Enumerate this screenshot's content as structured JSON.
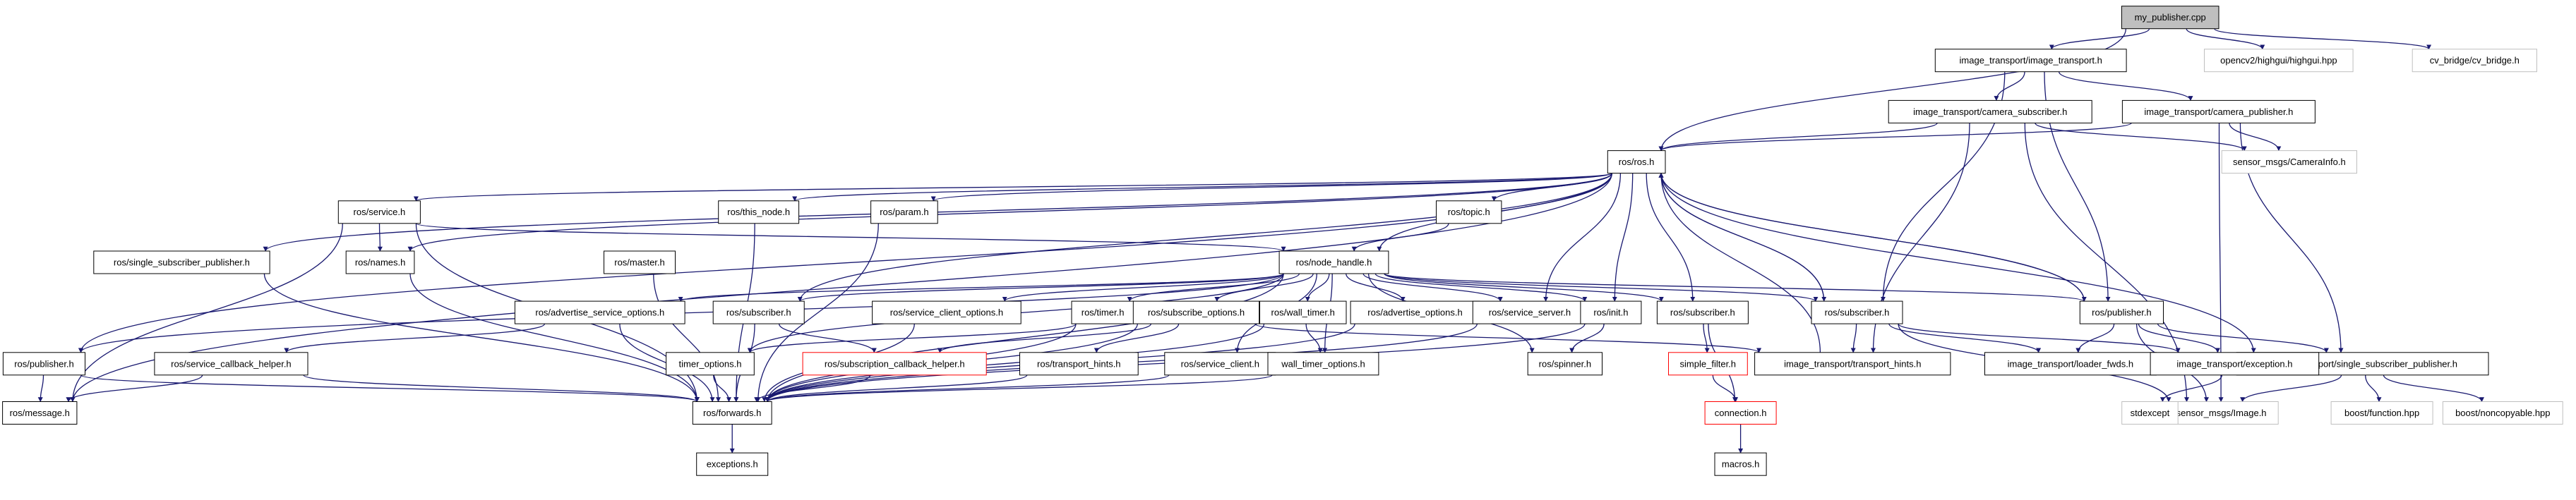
{
  "graph": {
    "nodes": [
      {
        "id": "my_publisher.cpp",
        "label": "my_publisher.cpp",
        "style": "root"
      },
      {
        "id": "image_transport/image_transport.h",
        "label": "image_transport/image_transport.h",
        "style": "normal"
      },
      {
        "id": "opencv2/highgui/highgui.hpp",
        "label": "opencv2/highgui/highgui.hpp",
        "style": "external"
      },
      {
        "id": "cv_bridge/cv_bridge.h",
        "label": "cv_bridge/cv_bridge.h",
        "style": "external"
      },
      {
        "id": "image_transport/camera_subscriber.h",
        "label": "image_transport/camera_subscriber.h",
        "style": "normal"
      },
      {
        "id": "image_transport/camera_publisher.h",
        "label": "image_transport/camera_publisher.h",
        "style": "normal"
      },
      {
        "id": "ros/ros.h",
        "label": "ros/ros.h",
        "style": "normal"
      },
      {
        "id": "sensor_msgs/CameraInfo.h",
        "label": "sensor_msgs/CameraInfo.h",
        "style": "external"
      },
      {
        "id": "ros/service.h",
        "label": "ros/service.h",
        "style": "normal"
      },
      {
        "id": "ros/this_node.h",
        "label": "ros/this_node.h",
        "style": "normal"
      },
      {
        "id": "ros/param.h",
        "label": "ros/param.h",
        "style": "normal"
      },
      {
        "id": "ros/topic.h",
        "label": "ros/topic.h",
        "style": "normal"
      },
      {
        "id": "ros/single_subscriber_publisher.h",
        "label": "ros/single_subscriber_publisher.h",
        "style": "normal"
      },
      {
        "id": "ros/names.h",
        "label": "ros/names.h",
        "style": "normal"
      },
      {
        "id": "ros/master.h",
        "label": "ros/master.h",
        "style": "normal"
      },
      {
        "id": "ros/node_handle.h",
        "label": "ros/node_handle.h",
        "style": "normal"
      },
      {
        "id": "ros/advertise_service_options.h",
        "label": "ros/advertise_service_options.h",
        "style": "normal"
      },
      {
        "id": "ros/subscriber.h#a",
        "label": "ros/subscriber.h",
        "style": "normal"
      },
      {
        "id": "ros/service_client_options.h",
        "label": "ros/service_client_options.h",
        "style": "normal"
      },
      {
        "id": "ros/timer.h",
        "label": "ros/timer.h",
        "style": "normal"
      },
      {
        "id": "ros/subscribe_options.h",
        "label": "ros/subscribe_options.h",
        "style": "normal"
      },
      {
        "id": "ros/wall_timer.h",
        "label": "ros/wall_timer.h",
        "style": "normal"
      },
      {
        "id": "ros/advertise_options.h",
        "label": "ros/advertise_options.h",
        "style": "normal"
      },
      {
        "id": "ros/service_server.h",
        "label": "ros/service_server.h",
        "style": "normal"
      },
      {
        "id": "ros/init.h",
        "label": "ros/init.h",
        "style": "normal"
      },
      {
        "id": "ros/subscriber.h#b",
        "label": "ros/subscriber.h",
        "style": "normal"
      },
      {
        "id": "ros/subscriber.h#c",
        "label": "ros/subscriber.h",
        "style": "normal"
      },
      {
        "id": "ros/publisher.h#a",
        "label": "ros/publisher.h",
        "style": "normal"
      },
      {
        "id": "image_transport/single_subscriber_publisher.h",
        "label": "image_transport/single_subscriber_publisher.h",
        "style": "normal"
      },
      {
        "id": "ros/publisher.h#b",
        "label": "ros/publisher.h",
        "style": "normal"
      },
      {
        "id": "ros/service_callback_helper.h",
        "label": "ros/service_callback_helper.h",
        "style": "normal"
      },
      {
        "id": "timer_options.h",
        "label": "timer_options.h",
        "style": "normal"
      },
      {
        "id": "ros/subscription_callback_helper.h",
        "label": "ros/subscription_callback_helper.h",
        "style": "missing"
      },
      {
        "id": "ros/transport_hints.h",
        "label": "ros/transport_hints.h",
        "style": "normal"
      },
      {
        "id": "ros/service_client.h",
        "label": "ros/service_client.h",
        "style": "normal"
      },
      {
        "id": "wall_timer_options.h",
        "label": "wall_timer_options.h",
        "style": "normal"
      },
      {
        "id": "ros/spinner.h",
        "label": "ros/spinner.h",
        "style": "normal"
      },
      {
        "id": "simple_filter.h",
        "label": "simple_filter.h",
        "style": "missing"
      },
      {
        "id": "image_transport/transport_hints.h",
        "label": "image_transport/transport_hints.h",
        "style": "normal"
      },
      {
        "id": "image_transport/loader_fwds.h",
        "label": "image_transport/loader_fwds.h",
        "style": "normal"
      },
      {
        "id": "image_transport/exception.h",
        "label": "image_transport/exception.h",
        "style": "normal"
      },
      {
        "id": "ros/message.h",
        "label": "ros/message.h",
        "style": "normal"
      },
      {
        "id": "ros/forwards.h",
        "label": "ros/forwards.h",
        "style": "normal"
      },
      {
        "id": "connection.h",
        "label": "connection.h",
        "style": "missing"
      },
      {
        "id": "sensor_msgs/Image.h",
        "label": "sensor_msgs/Image.h",
        "style": "external"
      },
      {
        "id": "stdexcept",
        "label": "stdexcept",
        "style": "external"
      },
      {
        "id": "boost/function.hpp",
        "label": "boost/function.hpp",
        "style": "external"
      },
      {
        "id": "boost/noncopyable.hpp",
        "label": "boost/noncopyable.hpp",
        "style": "external"
      },
      {
        "id": "exceptions.h",
        "label": "exceptions.h",
        "style": "normal"
      },
      {
        "id": "macros.h",
        "label": "macros.h",
        "style": "normal"
      }
    ],
    "edges": [
      [
        "my_publisher.cpp",
        "image_transport/image_transport.h"
      ],
      [
        "my_publisher.cpp",
        "opencv2/highgui/highgui.hpp"
      ],
      [
        "my_publisher.cpp",
        "cv_bridge/cv_bridge.h"
      ],
      [
        "my_publisher.cpp",
        "ros/ros.h"
      ],
      [
        "image_transport/image_transport.h",
        "image_transport/camera_subscriber.h"
      ],
      [
        "image_transport/image_transport.h",
        "image_transport/camera_publisher.h"
      ],
      [
        "image_transport/image_transport.h",
        "ros/subscriber.h#c"
      ],
      [
        "image_transport/image_transport.h",
        "ros/publisher.h#a"
      ],
      [
        "image_transport/camera_subscriber.h",
        "ros/ros.h"
      ],
      [
        "image_transport/camera_subscriber.h",
        "sensor_msgs/CameraInfo.h"
      ],
      [
        "image_transport/camera_subscriber.h",
        "sensor_msgs/Image.h"
      ],
      [
        "image_transport/camera_subscriber.h",
        "image_transport/transport_hints.h"
      ],
      [
        "image_transport/camera_publisher.h",
        "ros/ros.h"
      ],
      [
        "image_transport/camera_publisher.h",
        "sensor_msgs/CameraInfo.h"
      ],
      [
        "image_transport/camera_publisher.h",
        "sensor_msgs/Image.h"
      ],
      [
        "image_transport/camera_publisher.h",
        "image_transport/single_subscriber_publisher.h"
      ],
      [
        "ros/ros.h",
        "ros/service.h"
      ],
      [
        "ros/ros.h",
        "ros/this_node.h"
      ],
      [
        "ros/ros.h",
        "ros/param.h"
      ],
      [
        "ros/ros.h",
        "ros/topic.h"
      ],
      [
        "ros/ros.h",
        "ros/node_handle.h"
      ],
      [
        "ros/ros.h",
        "ros/single_subscriber_publisher.h"
      ],
      [
        "ros/ros.h",
        "ros/names.h"
      ],
      [
        "ros/ros.h",
        "ros/publisher.h#b"
      ],
      [
        "ros/ros.h",
        "ros/message.h"
      ],
      [
        "ros/ros.h",
        "ros/subscriber.h#a"
      ],
      [
        "ros/ros.h",
        "ros/service_server.h"
      ],
      [
        "ros/ros.h",
        "ros/init.h"
      ],
      [
        "ros/ros.h",
        "ros/subscriber.h#b"
      ],
      [
        "ros/ros.h",
        "ros/subscriber.h#c"
      ],
      [
        "ros/ros.h",
        "ros/publisher.h#a"
      ],
      [
        "ros/ros.h",
        "image_transport/single_subscriber_publisher.h"
      ],
      [
        "ros/service.h",
        "ros/names.h"
      ],
      [
        "ros/service.h",
        "ros/forwards.h"
      ],
      [
        "ros/service.h",
        "ros/node_handle.h"
      ],
      [
        "ros/service.h",
        "ros/message.h"
      ],
      [
        "ros/this_node.h",
        "ros/forwards.h"
      ],
      [
        "ros/param.h",
        "ros/forwards.h"
      ],
      [
        "ros/topic.h",
        "ros/node_handle.h"
      ],
      [
        "ros/single_subscriber_publisher.h",
        "ros/forwards.h"
      ],
      [
        "ros/names.h",
        "ros/forwards.h"
      ],
      [
        "ros/master.h",
        "ros/forwards.h"
      ],
      [
        "ros/node_handle.h",
        "ros/advertise_service_options.h"
      ],
      [
        "ros/node_handle.h",
        "ros/subscriber.h#a"
      ],
      [
        "ros/node_handle.h",
        "ros/service_client_options.h"
      ],
      [
        "ros/node_handle.h",
        "ros/timer.h"
      ],
      [
        "ros/node_handle.h",
        "ros/subscribe_options.h"
      ],
      [
        "ros/node_handle.h",
        "ros/wall_timer.h"
      ],
      [
        "ros/node_handle.h",
        "ros/advertise_options.h"
      ],
      [
        "ros/node_handle.h",
        "ros/service_server.h"
      ],
      [
        "ros/node_handle.h",
        "ros/init.h"
      ],
      [
        "ros/node_handle.h",
        "ros/subscriber.h#b"
      ],
      [
        "ros/node_handle.h",
        "ros/subscriber.h#c"
      ],
      [
        "ros/node_handle.h",
        "ros/publisher.h#a"
      ],
      [
        "ros/node_handle.h",
        "ros/publisher.h#b"
      ],
      [
        "ros/node_handle.h",
        "ros/forwards.h"
      ],
      [
        "ros/node_handle.h",
        "ros/service_client.h"
      ],
      [
        "ros/node_handle.h",
        "timer_options.h"
      ],
      [
        "ros/node_handle.h",
        "wall_timer_options.h"
      ],
      [
        "ros/node_handle.h",
        "ros/spinner.h"
      ],
      [
        "ros/advertise_service_options.h",
        "ros/service_callback_helper.h"
      ],
      [
        "ros/advertise_service_options.h",
        "ros/forwards.h"
      ],
      [
        "ros/subscriber.h#a",
        "ros/forwards.h"
      ],
      [
        "ros/subscriber.h#a",
        "ros/subscription_callback_helper.h"
      ],
      [
        "ros/service_client_options.h",
        "ros/forwards.h"
      ],
      [
        "ros/timer.h",
        "timer_options.h"
      ],
      [
        "ros/timer.h",
        "ros/forwards.h"
      ],
      [
        "ros/subscribe_options.h",
        "ros/subscription_callback_helper.h"
      ],
      [
        "ros/subscribe_options.h",
        "ros/transport_hints.h"
      ],
      [
        "ros/subscribe_options.h",
        "ros/forwards.h"
      ],
      [
        "ros/subscribe_options.h",
        "image_transport/transport_hints.h"
      ],
      [
        "ros/wall_timer.h",
        "wall_timer_options.h"
      ],
      [
        "ros/wall_timer.h",
        "ros/forwards.h"
      ],
      [
        "ros/advertise_options.h",
        "ros/forwards.h"
      ],
      [
        "ros/service_server.h",
        "ros/forwards.h"
      ],
      [
        "ros/init.h",
        "ros/spinner.h"
      ],
      [
        "ros/init.h",
        "ros/forwards.h"
      ],
      [
        "ros/subscriber.h#b",
        "simple_filter.h"
      ],
      [
        "ros/subscriber.h#b",
        "connection.h"
      ],
      [
        "ros/subscriber.h#c",
        "ros/ros.h"
      ],
      [
        "ros/subscriber.h#c",
        "image_transport/transport_hints.h"
      ],
      [
        "ros/subscriber.h#c",
        "image_transport/loader_fwds.h"
      ],
      [
        "ros/subscriber.h#c",
        "image_transport/exception.h"
      ],
      [
        "ros/subscriber.h#c",
        "sensor_msgs/Image.h"
      ],
      [
        "ros/publisher.h#a",
        "ros/ros.h"
      ],
      [
        "ros/publisher.h#a",
        "image_transport/loader_fwds.h"
      ],
      [
        "ros/publisher.h#a",
        "image_transport/exception.h"
      ],
      [
        "ros/publisher.h#a",
        "image_transport/single_subscriber_publisher.h"
      ],
      [
        "ros/publisher.h#a",
        "sensor_msgs/Image.h"
      ],
      [
        "image_transport/transport_hints.h",
        "ros/ros.h"
      ],
      [
        "image_transport/single_subscriber_publisher.h",
        "sensor_msgs/Image.h"
      ],
      [
        "image_transport/single_subscriber_publisher.h",
        "boost/function.hpp"
      ],
      [
        "image_transport/single_subscriber_publisher.h",
        "boost/noncopyable.hpp"
      ],
      [
        "image_transport/exception.h",
        "stdexcept"
      ],
      [
        "ros/publisher.h#b",
        "ros/message.h"
      ],
      [
        "ros/publisher.h#b",
        "ros/forwards.h"
      ],
      [
        "ros/service_callback_helper.h",
        "ros/message.h"
      ],
      [
        "ros/service_callback_helper.h",
        "ros/forwards.h"
      ],
      [
        "timer_options.h",
        "ros/forwards.h"
      ],
      [
        "ros/subscription_callback_helper.h",
        "ros/forwards.h"
      ],
      [
        "ros/transport_hints.h",
        "ros/forwards.h"
      ],
      [
        "ros/service_client.h",
        "ros/forwards.h"
      ],
      [
        "wall_timer_options.h",
        "ros/forwards.h"
      ],
      [
        "simple_filter.h",
        "connection.h"
      ],
      [
        "connection.h",
        "macros.h"
      ],
      [
        "ros/forwards.h",
        "exceptions.h"
      ]
    ]
  }
}
